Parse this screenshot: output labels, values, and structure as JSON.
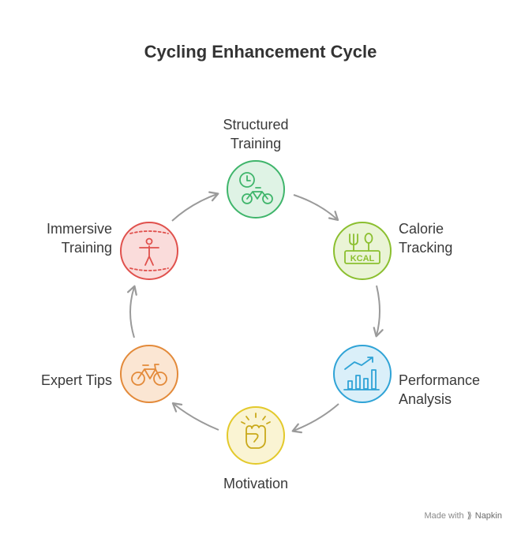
{
  "title": "Cycling Enhancement Cycle",
  "nodes": [
    {
      "id": "structured-training",
      "line1": "Structured",
      "line2": "Training",
      "color": "#3fb56b",
      "fill": "#dff3e5",
      "icon": "clock-bicycle-icon"
    },
    {
      "id": "calorie-tracking",
      "line1": "Calorie",
      "line2": "Tracking",
      "color": "#8bbf2f",
      "fill": "#eaf4d6",
      "icon": "fork-kcal-icon",
      "badge": "KCAL"
    },
    {
      "id": "performance-analysis",
      "line1": "Performance",
      "line2": "Analysis",
      "color": "#2fa3d6",
      "fill": "#daeff9",
      "icon": "bar-chart-trend-icon"
    },
    {
      "id": "motivation",
      "line1": "Motivation",
      "line2": "",
      "color": "#e3c92b",
      "fill": "#faf4d3",
      "icon": "raised-fist-icon"
    },
    {
      "id": "expert-tips",
      "line1": "Expert Tips",
      "line2": "",
      "color": "#e38a3a",
      "fill": "#fbe6d3",
      "icon": "bicycle-icon"
    },
    {
      "id": "immersive-training",
      "line1": "Immersive",
      "line2": "Training",
      "color": "#e0514d",
      "fill": "#fadcdb",
      "icon": "person-vr-icon"
    }
  ],
  "watermark": {
    "prefix": "Made with",
    "brand": "Napkin"
  }
}
